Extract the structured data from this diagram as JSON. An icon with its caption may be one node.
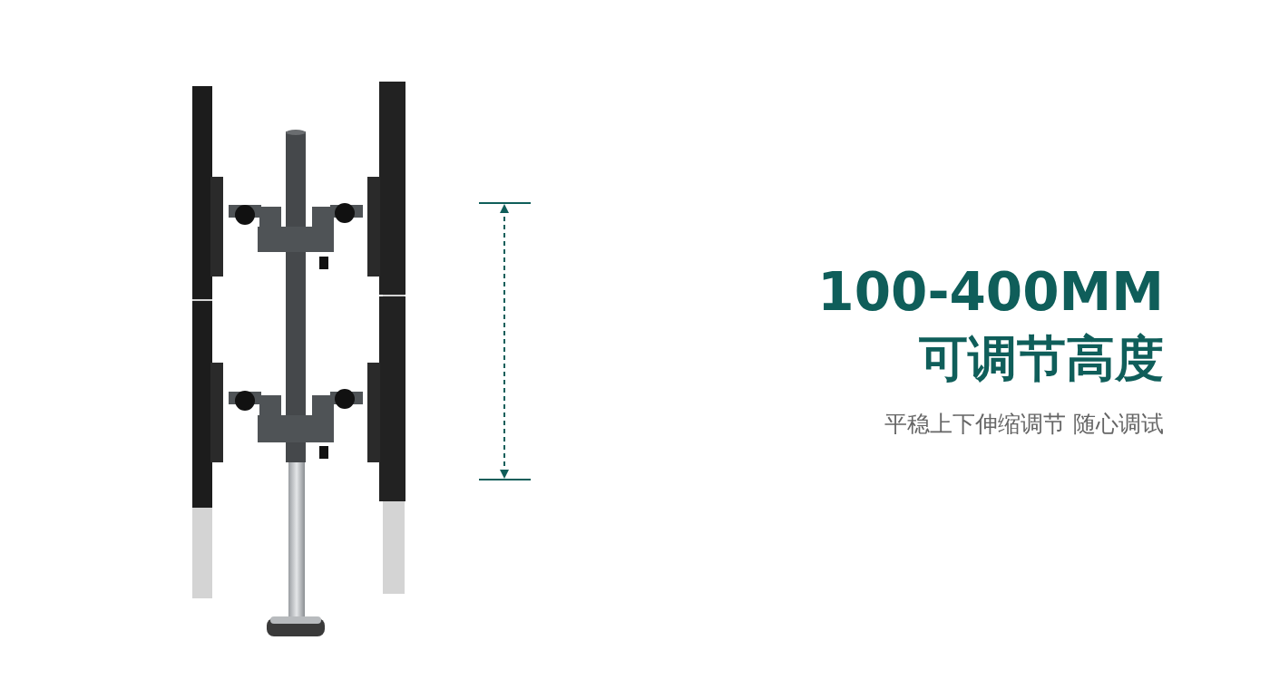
{
  "diagram": {
    "labels": [
      "100-400MM",
      "可调节高度",
      "平稳上下伸缩调节 随心调试"
    ]
  }
}
